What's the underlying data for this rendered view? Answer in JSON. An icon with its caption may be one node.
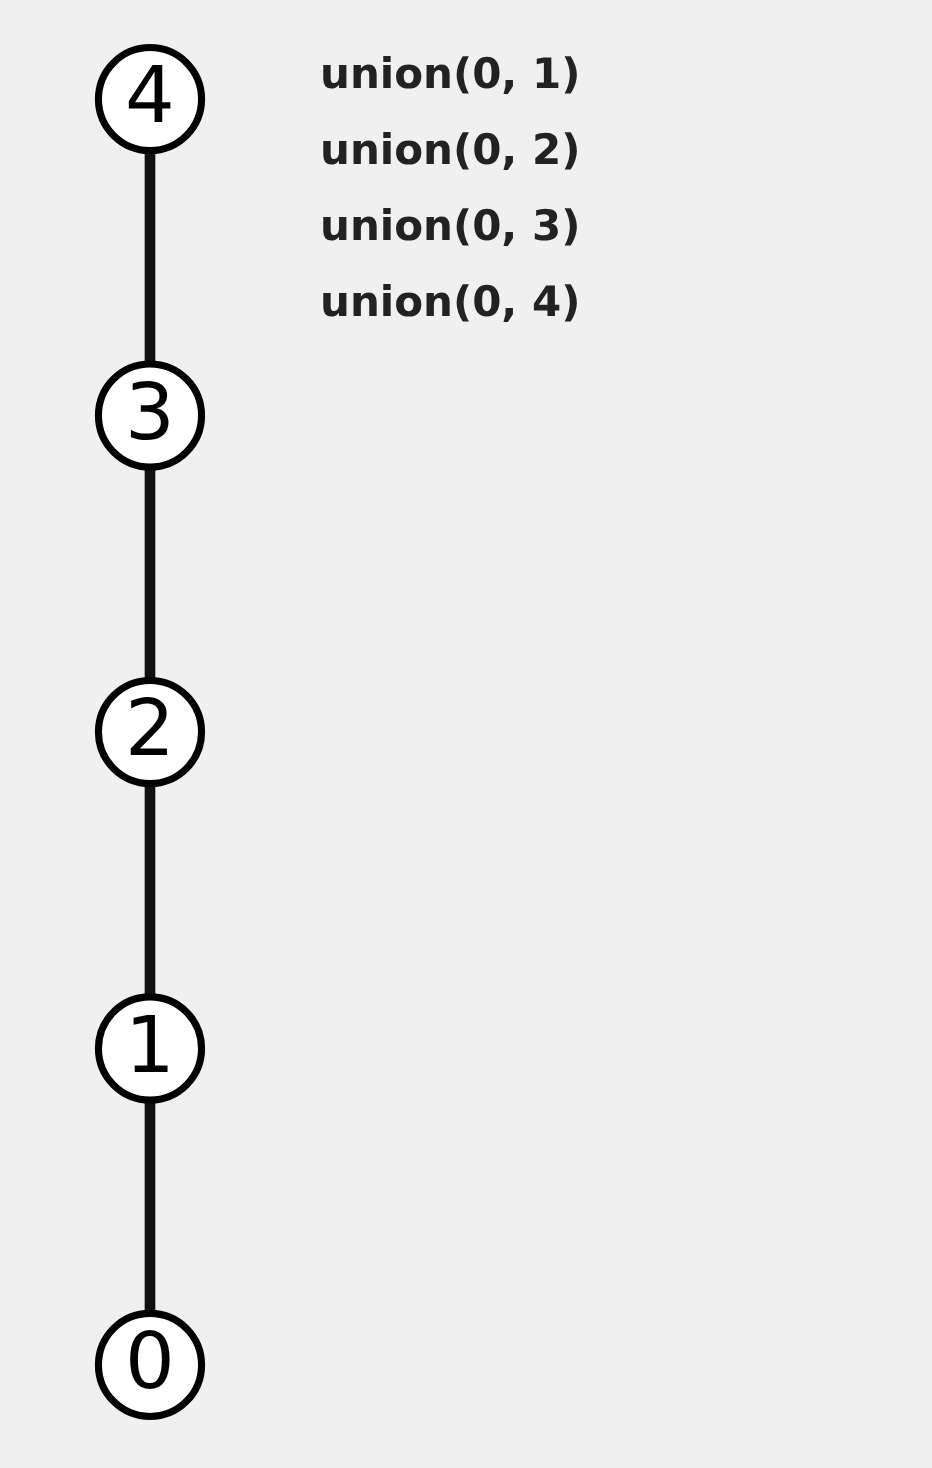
{
  "diagram": {
    "nodes": [
      {
        "text": [
          "4"
        ]
      },
      {
        "text": [
          "3"
        ]
      },
      {
        "text": [
          "2"
        ]
      },
      {
        "text": [
          "1"
        ]
      },
      {
        "text": [
          "0"
        ]
      }
    ],
    "edges": [
      {
        "from": 0,
        "to": 1,
        "arrow": "none"
      },
      {
        "from": 1,
        "to": 2,
        "arrow": "none"
      },
      {
        "from": 2,
        "to": 3,
        "arrow": "none"
      },
      {
        "from": 3,
        "to": 4,
        "arrow": "none"
      }
    ],
    "labels": [
      "union(0, 1)",
      "union(0, 2)",
      "union(0, 3)",
      "union(0, 4)"
    ]
  }
}
